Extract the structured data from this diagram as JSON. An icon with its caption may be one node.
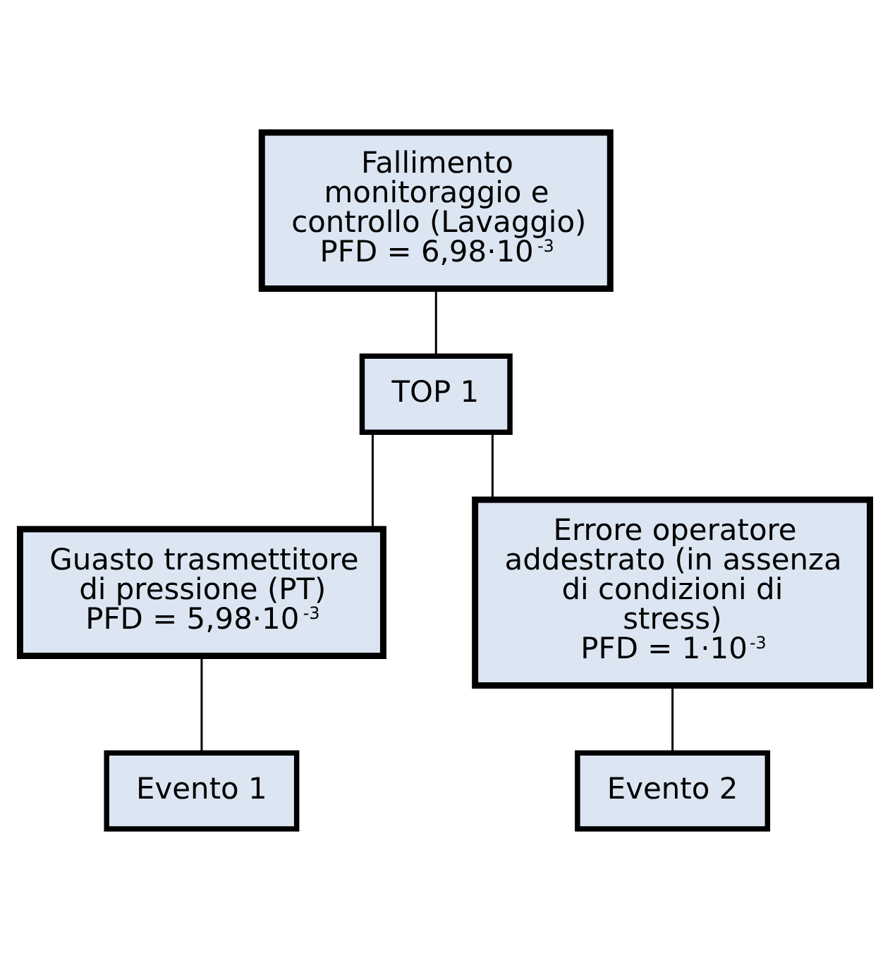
{
  "diagram": {
    "nodes": [
      {
        "text": [
          "Fallimento monitoraggio e controllo (Lavaggio)",
          "PFD = 6,98·10$^{-3}$"
        ]
      },
      {
        "text": [
          "TOP 1"
        ]
      },
      {
        "text": [
          "Guasto trasmettitore di pressione (PT)",
          "PFD = 5,98·10$^{-3}$"
        ]
      },
      {
        "text": [
          "Evento 1"
        ]
      },
      {
        "text": [
          "Errore operatore addestrato (in assenza di condizioni di stress)",
          "PFD = 1·10$^{-3}$"
        ]
      },
      {
        "text": [
          "Evento 2"
        ]
      }
    ],
    "edges": [
      {
        "from": 0,
        "to": 1,
        "arrow": "none"
      },
      {
        "from": 1,
        "to": 2,
        "arrow": "none"
      },
      {
        "from": 1,
        "to": 4,
        "arrow": "none"
      },
      {
        "from": 2,
        "to": 3,
        "arrow": "none"
      },
      {
        "from": 4,
        "to": 5,
        "arrow": "none"
      }
    ]
  }
}
